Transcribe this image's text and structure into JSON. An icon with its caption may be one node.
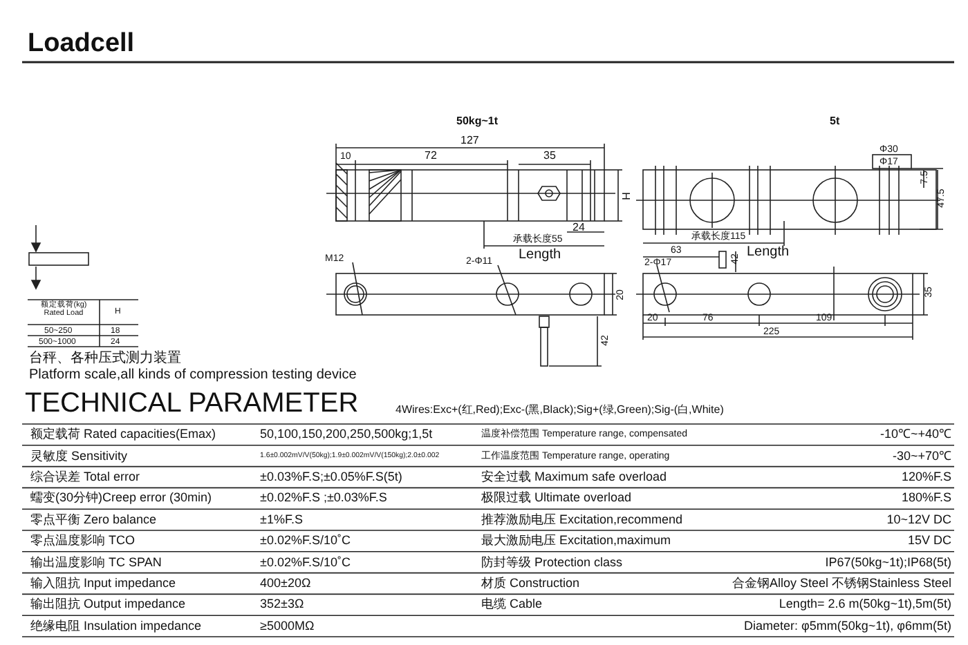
{
  "diagram": {
    "title": "Loadcell",
    "labels": [
      "50kg~1t",
      "5t",
      "127",
      "10",
      "72",
      "35",
      "H",
      "24",
      "承载长度55",
      "Length",
      "M12",
      "2-Φ11",
      "20",
      "42",
      "Φ30",
      "Φ17",
      "7.5",
      "47.5",
      "承载长度115",
      "63",
      "Length",
      "2-Φ17",
      "42",
      "35",
      "20",
      "76",
      "109",
      "225",
      "额定载荷(kg) Rated Load",
      "H",
      "50~250",
      "18",
      "500~1000",
      "24",
      "台秤、各种压式测力装置",
      "Platform scale,all kinds of compression testing device",
      "TECHNICAL PARAMETER",
      "4Wires:Exc+(红,Red);Exc-(黑,Black);Sig+(绿,Green);Sig-(白,White)",
      "额定载荷 Rated capacities(Emax)",
      "50,100,150,200,250,500kg;1,5t",
      "温度补偿范围 Temperature range, compensated",
      "-10℃~+40℃",
      "灵敏度 Sensitivity",
      "1.6±0.002mV/V(50kg);1.9±0.002mV/V(150kg);2.0±0.002",
      "工作温度范围 Temperature range, operating",
      "-30~+70℃",
      "综合误差 Total error",
      "±0.03%F.S;±0.05%F.S(5t)",
      "安全过载 Maximum safe overload",
      "120%F.S",
      "蠕变(30分钟)Creep error (30min)",
      "±0.02%F.S ;±0.03%F.S",
      "极限过载 Ultimate overload",
      "180%F.S",
      "零点平衡 Zero balance",
      "±1%F.S",
      "推荐激励电压 Excitation,recommend",
      "10~12V DC",
      "零点温度影响 TCO",
      "±0.02%F.S/10˚C",
      "最大激励电压 Excitation,maximum",
      "15V DC",
      "输出温度影响 TC SPAN",
      "±0.02%F.S/10˚C",
      "防封等级 Protection class",
      "IP67(50kg~1t);IP68(5t)",
      "输入阻抗 Input  impedance",
      "400±20Ω",
      "材质 Construction",
      "合金钢Alloy Steel 不锈钢Stainless Steel",
      "输出阻抗 Output  impedance",
      "352±3Ω",
      "电缆 Cable",
      "Length= 2.6 m(50kg~1t),5m(5t)",
      "绝缘电阻 Insulation impedance",
      "≥5000MΩ",
      "Diameter: φ5mm(50kg~1t), φ6mm(5t)"
    ]
  }
}
